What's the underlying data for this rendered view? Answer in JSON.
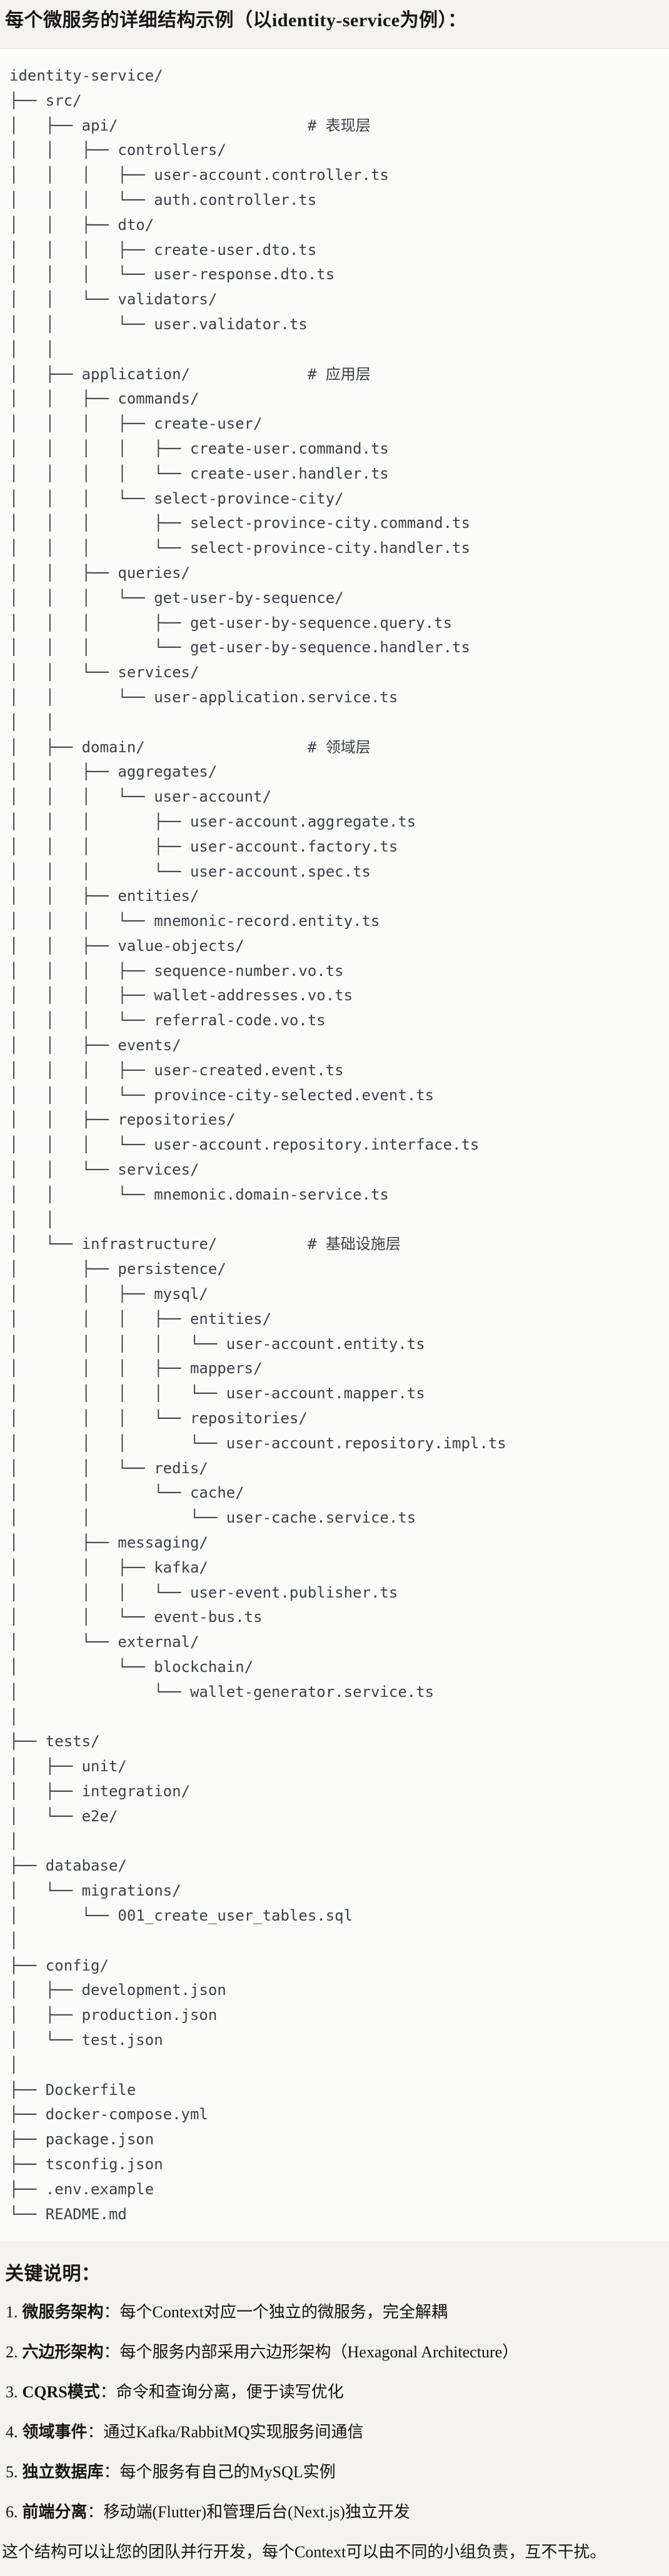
{
  "title": "每个微服务的详细结构示例（以identity-service为例）：",
  "theme": {
    "page_background": "#f5f3ee",
    "code_background": "#fbfbf9",
    "code_border": "#e3e1db",
    "code_text": "#3b4148"
  },
  "tree": {
    "lines": [
      "identity-service/",
      "├── src/",
      "│   ├── api/                     # 表现层",
      "│   │   ├── controllers/",
      "│   │   │   ├── user-account.controller.ts",
      "│   │   │   └── auth.controller.ts",
      "│   │   ├── dto/",
      "│   │   │   ├── create-user.dto.ts",
      "│   │   │   └── user-response.dto.ts",
      "│   │   └── validators/",
      "│   │       └── user.validator.ts",
      "│   │",
      "│   ├── application/             # 应用层",
      "│   │   ├── commands/",
      "│   │   │   ├── create-user/",
      "│   │   │   │   ├── create-user.command.ts",
      "│   │   │   │   └── create-user.handler.ts",
      "│   │   │   └── select-province-city/",
      "│   │   │       ├── select-province-city.command.ts",
      "│   │   │       └── select-province-city.handler.ts",
      "│   │   ├── queries/",
      "│   │   │   └── get-user-by-sequence/",
      "│   │   │       ├── get-user-by-sequence.query.ts",
      "│   │   │       └── get-user-by-sequence.handler.ts",
      "│   │   └── services/",
      "│   │       └── user-application.service.ts",
      "│   │",
      "│   ├── domain/                  # 领域层",
      "│   │   ├── aggregates/",
      "│   │   │   └── user-account/",
      "│   │   │       ├── user-account.aggregate.ts",
      "│   │   │       ├── user-account.factory.ts",
      "│   │   │       └── user-account.spec.ts",
      "│   │   ├── entities/",
      "│   │   │   └── mnemonic-record.entity.ts",
      "│   │   ├── value-objects/",
      "│   │   │   ├── sequence-number.vo.ts",
      "│   │   │   ├── wallet-addresses.vo.ts",
      "│   │   │   └── referral-code.vo.ts",
      "│   │   ├── events/",
      "│   │   │   ├── user-created.event.ts",
      "│   │   │   └── province-city-selected.event.ts",
      "│   │   ├── repositories/",
      "│   │   │   └── user-account.repository.interface.ts",
      "│   │   └── services/",
      "│   │       └── mnemonic.domain-service.ts",
      "│   │",
      "│   └── infrastructure/          # 基础设施层",
      "│       ├── persistence/",
      "│       │   ├── mysql/",
      "│       │   │   ├── entities/",
      "│       │   │   │   └── user-account.entity.ts",
      "│       │   │   ├── mappers/",
      "│       │   │   │   └── user-account.mapper.ts",
      "│       │   │   └── repositories/",
      "│       │   │       └── user-account.repository.impl.ts",
      "│       │   └── redis/",
      "│       │       └── cache/",
      "│       │           └── user-cache.service.ts",
      "│       ├── messaging/",
      "│       │   ├── kafka/",
      "│       │   │   └── user-event.publisher.ts",
      "│       │   └── event-bus.ts",
      "│       └── external/",
      "│           └── blockchain/",
      "│               └── wallet-generator.service.ts",
      "│",
      "├── tests/",
      "│   ├── unit/",
      "│   ├── integration/",
      "│   └── e2e/",
      "│",
      "├── database/",
      "│   └── migrations/",
      "│       └── 001_create_user_tables.sql",
      "│",
      "├── config/",
      "│   ├── development.json",
      "│   ├── production.json",
      "│   └── test.json",
      "│",
      "├── Dockerfile",
      "├── docker-compose.yml",
      "├── package.json",
      "├── tsconfig.json",
      "├── .env.example",
      "└── README.md"
    ]
  },
  "notes": {
    "heading": "关键说明：",
    "colon": "：",
    "items": [
      {
        "num": "1.",
        "term": "微服务架构",
        "desc": "每个Context对应一个独立的微服务，完全解耦"
      },
      {
        "num": "2.",
        "term": "六边形架构",
        "desc": "每个服务内部采用六边形架构（Hexagonal Architecture）"
      },
      {
        "num": "3.",
        "term": "CQRS模式",
        "desc": "命令和查询分离，便于读写优化"
      },
      {
        "num": "4.",
        "term": "领域事件",
        "desc": "通过Kafka/RabbitMQ实现服务间通信"
      },
      {
        "num": "5.",
        "term": "独立数据库",
        "desc": "每个服务有自己的MySQL实例"
      },
      {
        "num": "6.",
        "term": "前端分离",
        "desc": "移动端(Flutter)和管理后台(Next.js)独立开发"
      }
    ]
  },
  "closing": "这个结构可以让您的团队并行开发，每个Context可以由不同的小组负责，互不干扰。"
}
